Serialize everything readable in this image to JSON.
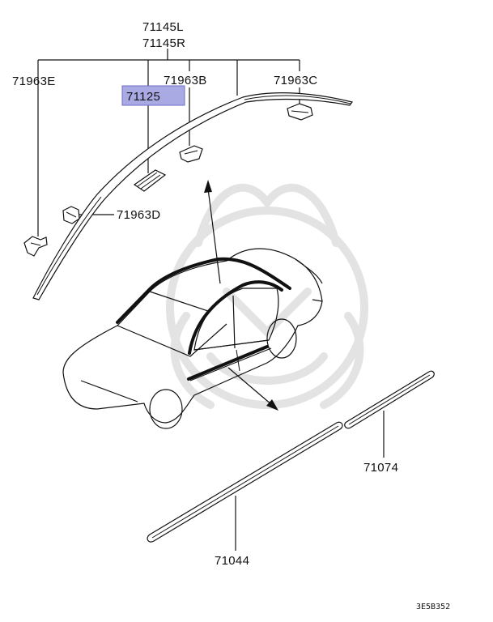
{
  "labels": {
    "main_left": "71145L",
    "main_right": "71145R",
    "clip_e": "71963E",
    "clip_b": "71963B",
    "clip_c": "71963C",
    "clip_d": "71963D",
    "highlight": "71125",
    "molding_upper": "71074",
    "molding_lower": "71044"
  },
  "figure_code": "3E5B352",
  "colors": {
    "highlight_fill": "#a9a9e4",
    "highlight_border": "#6e6ec8",
    "line": "#111111",
    "watermark": "#e3e3e3"
  }
}
